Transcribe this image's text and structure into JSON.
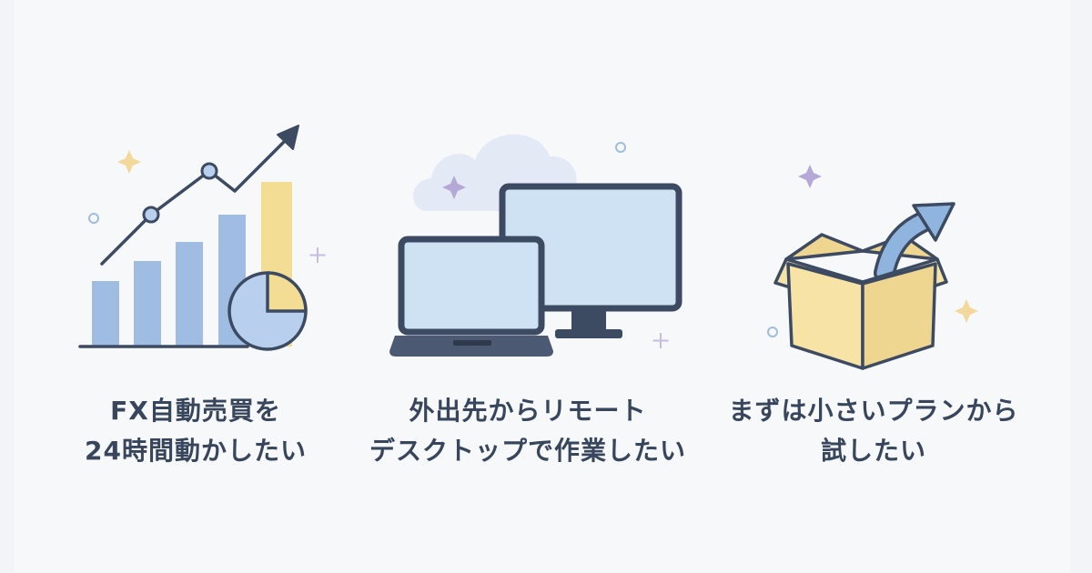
{
  "colors": {
    "background": "#f3f4f7",
    "ink": "#3c4a62",
    "bar_blue": "#9fbde3",
    "bar_gold": "#f3dc94",
    "screen_blue": "#cfe2f4",
    "box_yellow": "#f6e3a5",
    "sparkle_gold": "#f2d89a",
    "sparkle_purple": "#b6a8d6"
  },
  "features": [
    {
      "icon": "growth-chart-icon",
      "lines": [
        "FX自動売買を",
        "24時間動かしたい"
      ]
    },
    {
      "icon": "laptop-and-monitor-icon",
      "lines": [
        "外出先からリモート",
        "デスクトップで作業したい"
      ]
    },
    {
      "icon": "open-box-icon",
      "lines": [
        "まずは小さいプランから",
        "試したい"
      ]
    }
  ]
}
